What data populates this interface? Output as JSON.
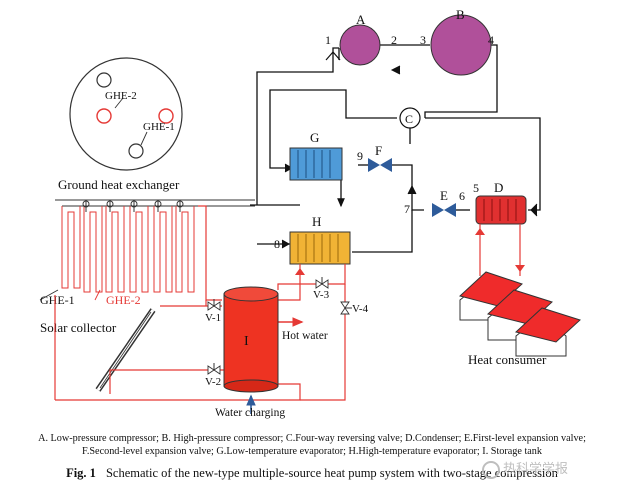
{
  "components": {
    "A": "A",
    "B": "B",
    "C": "C",
    "D": "D",
    "E": "E",
    "F": "F",
    "G": "G",
    "H": "H",
    "I": "I"
  },
  "state_points": [
    "1",
    "2",
    "3",
    "4",
    "5",
    "6",
    "7",
    "8",
    "9"
  ],
  "labels": {
    "ghe2_circle": "GHE-2",
    "ghe1_circle": "GHE-1",
    "ground_heat_exchanger": "Ground heat exchanger",
    "ghe1": "GHE-1",
    "ghe2": "GHE-2",
    "solar_collector": "Solar collector",
    "v1": "V-1",
    "v2": "V-2",
    "v3": "V-3",
    "v4": "V-4",
    "hot_water": "Hot water",
    "water_charging": "Water charging",
    "heat_consumer": "Heat consumer"
  },
  "legend": {
    "line1": "A. Low-pressure compressor; B. High-pressure compressor; C.Four-way reversing valve; D.Condenser; E.First-level expansion valve;",
    "line2": "F.Second-level expansion valve; G.Low-temperature evaporator; H.High-temperature evaporator; I. Storage tank"
  },
  "caption": {
    "number": "Fig. 1",
    "text": "Schematic of the new-type multiple-source heat pump system with two-stage compression"
  },
  "watermark": "热科学学报",
  "colors": {
    "compressor": "#b0509a",
    "evaporator_low": "#4f9bd8",
    "evaporator_high": "#f1b335",
    "condenser": "#e03030",
    "tank": "#ee3322",
    "valve": "#2e5b9a",
    "red_pipe": "#e53935",
    "house_roof": "#ef2b2b"
  }
}
